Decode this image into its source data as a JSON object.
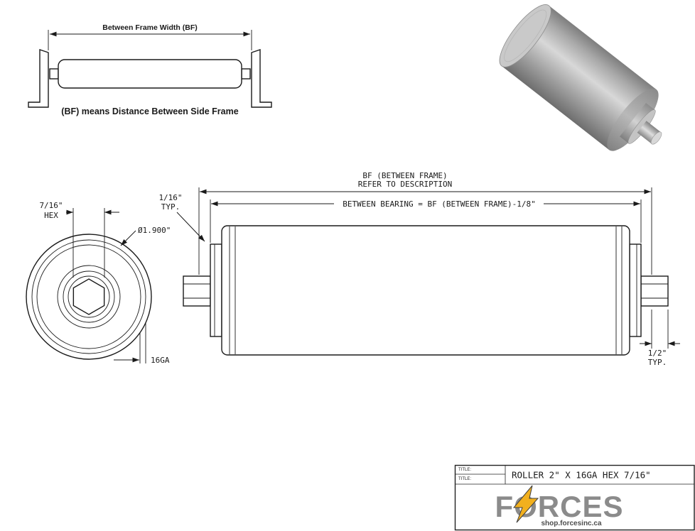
{
  "frame_diagram": {
    "width_label": "Between Frame Width (BF)",
    "caption": "(BF) means Distance Between Side Frame"
  },
  "end_view": {
    "hex_size": "7/16\"",
    "hex_word": "HEX",
    "diameter": "Ø1.900\"",
    "gauge": "16GA"
  },
  "side_view": {
    "bf_line1": "BF (BETWEEN FRAME)",
    "bf_line2": "REFER TO DESCRIPTION",
    "between_bearing": "BETWEEN BEARING = BF (BETWEEN FRAME)-1/8\"",
    "typ_left_value": "1/16\"",
    "typ_left_word": "TYP.",
    "typ_right_value": "1/2\"",
    "typ_right_word": "TYP."
  },
  "title_block": {
    "field_label_top": "TITLE:",
    "field_label_bottom": "TITLE:",
    "drawing_title": "ROLLER 2\" X 16GA HEX 7/16\"",
    "brand": "FORCES",
    "website": "shop.forcesinc.ca",
    "accent_color": "#f2b01e"
  }
}
